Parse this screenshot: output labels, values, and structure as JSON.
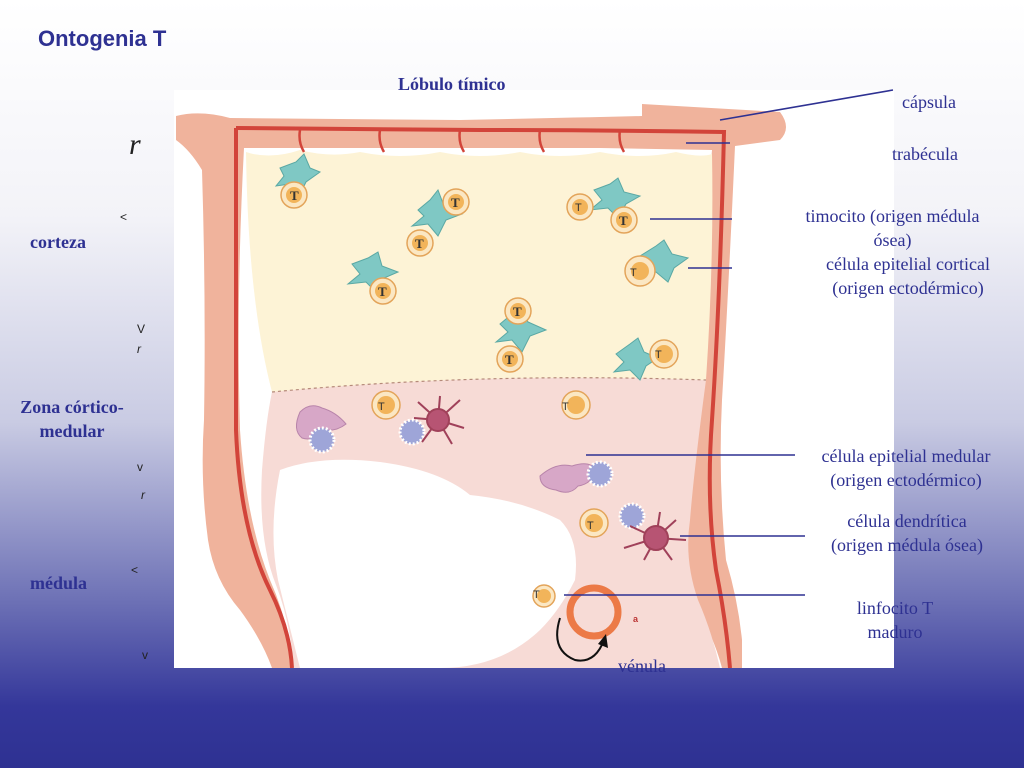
{
  "title": "Ontogenia T",
  "lobulo_label": "Lóbulo tímico",
  "left_labels": {
    "corteza": "corteza",
    "zona_line1": "Zona córtico-",
    "zona_line2": "medular",
    "medula": "médula"
  },
  "right_labels": {
    "capsula": "cápsula",
    "trabecula": "trabécula",
    "timocito_1": "timocito (origen médula",
    "timocito_2": "ósea)",
    "epi_cortical_1": "célula epitelial cortical",
    "epi_cortical_2": "(origen ectodérmico)",
    "epi_medular_1": "célula epitelial medular",
    "epi_medular_2": "(origen ectodérmico)",
    "dendritica_1": "célula dendrítica",
    "dendritica_2": "(origen médula ósea)",
    "linfocito_1": "linfocito T",
    "linfocito_2": "maduro",
    "venula": "vénula"
  },
  "stray_marks": {
    "r_big": "r",
    "lt1": "<",
    "V": "V",
    "r1": "r",
    "v1": "v",
    "r2": "r",
    "lt2": "<",
    "v2": "v",
    "a": "a"
  },
  "cell_letter": "T",
  "colors": {
    "accent": "#2e3192",
    "capsule": "#f0b39c",
    "trabecula": "#d2443a",
    "cortex": "#fdf3d6",
    "medulla": "#f7dbd6",
    "epithelial": "#7fc8c4",
    "thymocyte": "#f2b45a"
  }
}
